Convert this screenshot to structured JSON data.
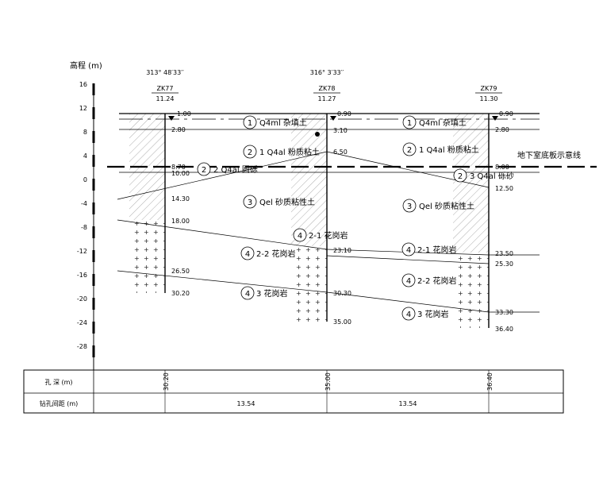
{
  "axis": {
    "title": "高程 (m)",
    "ticks": [
      "16",
      "12",
      "8",
      "4",
      "0",
      "-4",
      "-8",
      "-12",
      "-16",
      "-20",
      "-24",
      "-28"
    ]
  },
  "boreholes": [
    {
      "id": "ZK77",
      "coord": "313° 48′33′′",
      "elev": "11.24",
      "depths": [
        "1.00",
        "2.80",
        "8.70",
        "10.00",
        "14.30",
        "18.00",
        "26.50",
        "30.20"
      ]
    },
    {
      "id": "ZK78",
      "coord": "316° 3′33′′",
      "elev": "11.27",
      "depths": [
        "0.90",
        "3.10",
        "6.50",
        "23.10",
        "30.30",
        "35.00"
      ]
    },
    {
      "id": "ZK79",
      "coord": "",
      "elev": "11.30",
      "depths": [
        "0.90",
        "2.80",
        "8.00",
        "12.50",
        "23.50",
        "25.30",
        "33.30",
        "36.40"
      ]
    }
  ],
  "layers": [
    {
      "num": "1",
      "label": "Q4ml 杂填土"
    },
    {
      "num": "2",
      "label": "1 Q4al 粉质粘土"
    },
    {
      "num": "2",
      "label": "2 Q4al 圆砾"
    },
    {
      "num": "2",
      "label": "3 Q4al 砾砂"
    },
    {
      "num": "3",
      "label": "Qel 砂质粘性土"
    },
    {
      "num": "4",
      "label": "2-1 花岗岩"
    },
    {
      "num": "4",
      "label": "2-2 花岗岩"
    },
    {
      "num": "4",
      "label": "3 花岗岩"
    }
  ],
  "basement_label": "地下室底板示意线",
  "table": {
    "row1_label": "孔  深 (m)",
    "row2_label": "钻孔间距 (m)",
    "depths": [
      "30.20",
      "35.00",
      "36.40"
    ],
    "spacings": [
      "13.54",
      "13.54"
    ]
  }
}
